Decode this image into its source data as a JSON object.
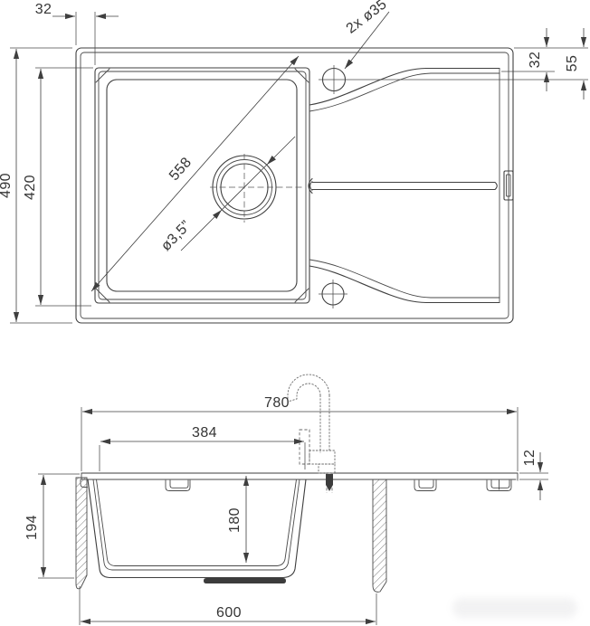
{
  "meta": {
    "type": "technical drawing",
    "subject": "kitchen sink with drainer board - dimensioned top view and section view",
    "units": "mm",
    "line_color": "#3f3f3f",
    "text_color": "#353535",
    "background": "#ffffff"
  },
  "top_view": {
    "dim_rim_to_bowl": "32",
    "dim_overall_depth": "490",
    "dim_bowl_outer_depth": "420",
    "label_tap_holes": "2x ø35",
    "dim_edge_to_drainer": "32",
    "dim_edge_to_hole_center": "55",
    "dim_bowl_diagonal": "558",
    "label_drain": "ø3,5”"
  },
  "section_view": {
    "dim_overall_width": "780",
    "dim_bowl_to_tap": "384",
    "dim_top_thickness": "12",
    "dim_bowl_depth": "180",
    "dim_overall_height": "194",
    "dim_cabinet_width": "600"
  }
}
